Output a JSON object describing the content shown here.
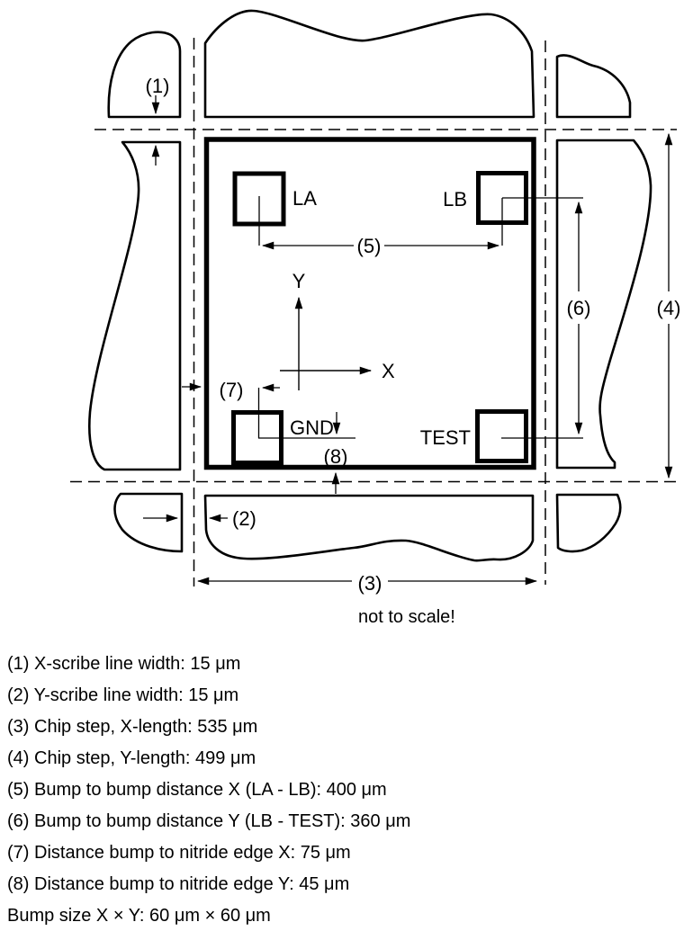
{
  "diagram": {
    "scale_note": "not to scale!",
    "bumps": {
      "la": "LA",
      "lb": "LB",
      "gnd": "GND",
      "test": "TEST"
    },
    "axes": {
      "x": "X",
      "y": "Y"
    },
    "dims": {
      "d1": "(1)",
      "d2": "(2)",
      "d3": "(3)",
      "d4": "(4)",
      "d5": "(5)",
      "d6": "(6)",
      "d7": "(7)",
      "d8": "(8)"
    }
  },
  "notes": [
    "(1) X-scribe line width: 15 μm",
    "(2) Y-scribe line width: 15 μm",
    "(3) Chip step, X-length: 535 μm",
    "(4) Chip step, Y-length: 499 μm",
    "(5) Bump to bump distance X (LA - LB): 400 μm",
    "(6) Bump to bump distance Y (LB - TEST): 360 μm",
    "(7) Distance bump to nitride edge X: 75 μm",
    "(8) Distance bump to nitride edge Y: 45 μm",
    "Bump size X × Y: 60 μm × 60 μm"
  ],
  "colors": {
    "line": "#000000",
    "background": "#ffffff"
  }
}
